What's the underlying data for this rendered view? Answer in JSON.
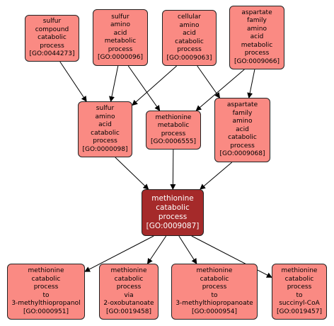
{
  "colors": {
    "node_fill": "#fa8a83",
    "focus_fill": "#a52a2a",
    "focus_text": "#ffffff",
    "edge": "#000000"
  },
  "nodes": {
    "n0044273": {
      "label": "sulfur\ncompound\ncatabolic\nprocess\n[GO:0044273]"
    },
    "n0000096": {
      "label": "sulfur\namino\nacid\nmetabolic\nprocess\n[GO:0000096]"
    },
    "n0009063": {
      "label": "cellular\namino\nacid\ncatabolic\nprocess\n[GO:0009063]"
    },
    "n0009066": {
      "label": "aspartate\nfamily\namino\nacid\nmetabolic\nprocess\n[GO:0009066]"
    },
    "n0000098": {
      "label": "sulfur\namino\nacid\ncatabolic\nprocess\n[GO:0000098]"
    },
    "n0006555": {
      "label": "methionine\nmetabolic\nprocess\n[GO:0006555]"
    },
    "n0009068": {
      "label": "aspartate\nfamily\namino\nacid\ncatabolic\nprocess\n[GO:0009068]"
    },
    "n0009087": {
      "label": "methionine\ncatabolic\nprocess\n[GO:0009087]"
    },
    "n0000951": {
      "label": "methionine\ncatabolic\nprocess\nto\n3-methylthiopropanol\n[GO:0000951]"
    },
    "n0019458": {
      "label": "methionine\ncatabolic\nprocess\nvia\n2-oxobutanoate\n[GO:0019458]"
    },
    "n0000954": {
      "label": "methionine\ncatabolic\nprocess\nto\n3-methylthiopropanoate\n[GO:0000954]"
    },
    "n0019457": {
      "label": "methionine\ncatabolic\nprocess\nto\nsuccinyl-CoA\n[GO:0019457]"
    }
  },
  "edges": [
    {
      "from": "n0044273",
      "to": "n0000098"
    },
    {
      "from": "n0000096",
      "to": "n0000098"
    },
    {
      "from": "n0000096",
      "to": "n0006555"
    },
    {
      "from": "n0009063",
      "to": "n0000098"
    },
    {
      "from": "n0009063",
      "to": "n0009068"
    },
    {
      "from": "n0009066",
      "to": "n0006555"
    },
    {
      "from": "n0009066",
      "to": "n0009068"
    },
    {
      "from": "n0000098",
      "to": "n0009087"
    },
    {
      "from": "n0006555",
      "to": "n0009087"
    },
    {
      "from": "n0009068",
      "to": "n0009087"
    },
    {
      "from": "n0009087",
      "to": "n0000951"
    },
    {
      "from": "n0009087",
      "to": "n0019458"
    },
    {
      "from": "n0009087",
      "to": "n0000954"
    },
    {
      "from": "n0009087",
      "to": "n0019457"
    }
  ]
}
